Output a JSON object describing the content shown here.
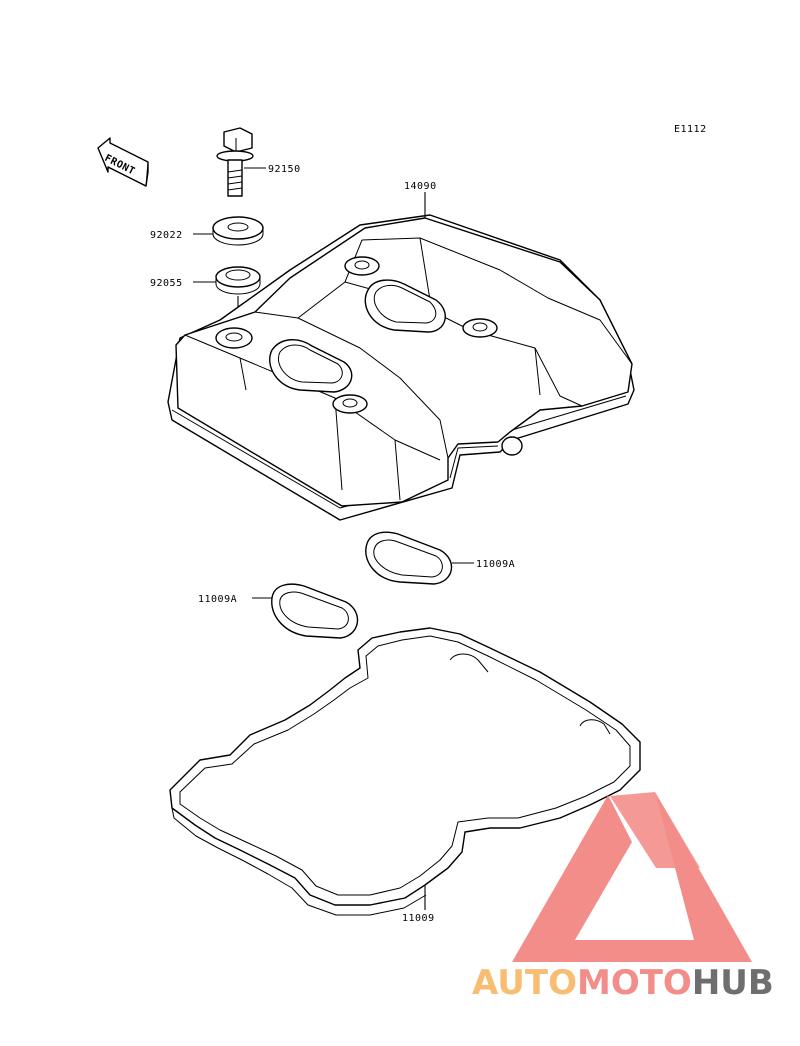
{
  "diagram_code": "E1112",
  "front_label": "FRONT",
  "parts": {
    "bolt": "92150",
    "washer": "92022",
    "grommet": "92055",
    "cover": "14090",
    "plug_gasket_right": "11009A",
    "plug_gasket_left": "11009A",
    "cover_gasket": "11009"
  },
  "watermark": {
    "part1": "AUTO",
    "part2": "MOTO",
    "part3": "HUB",
    "colors": {
      "auto": "#f7b25a",
      "moto": "#f27a75",
      "hub": "#555555",
      "logo": "#f27a75"
    }
  }
}
